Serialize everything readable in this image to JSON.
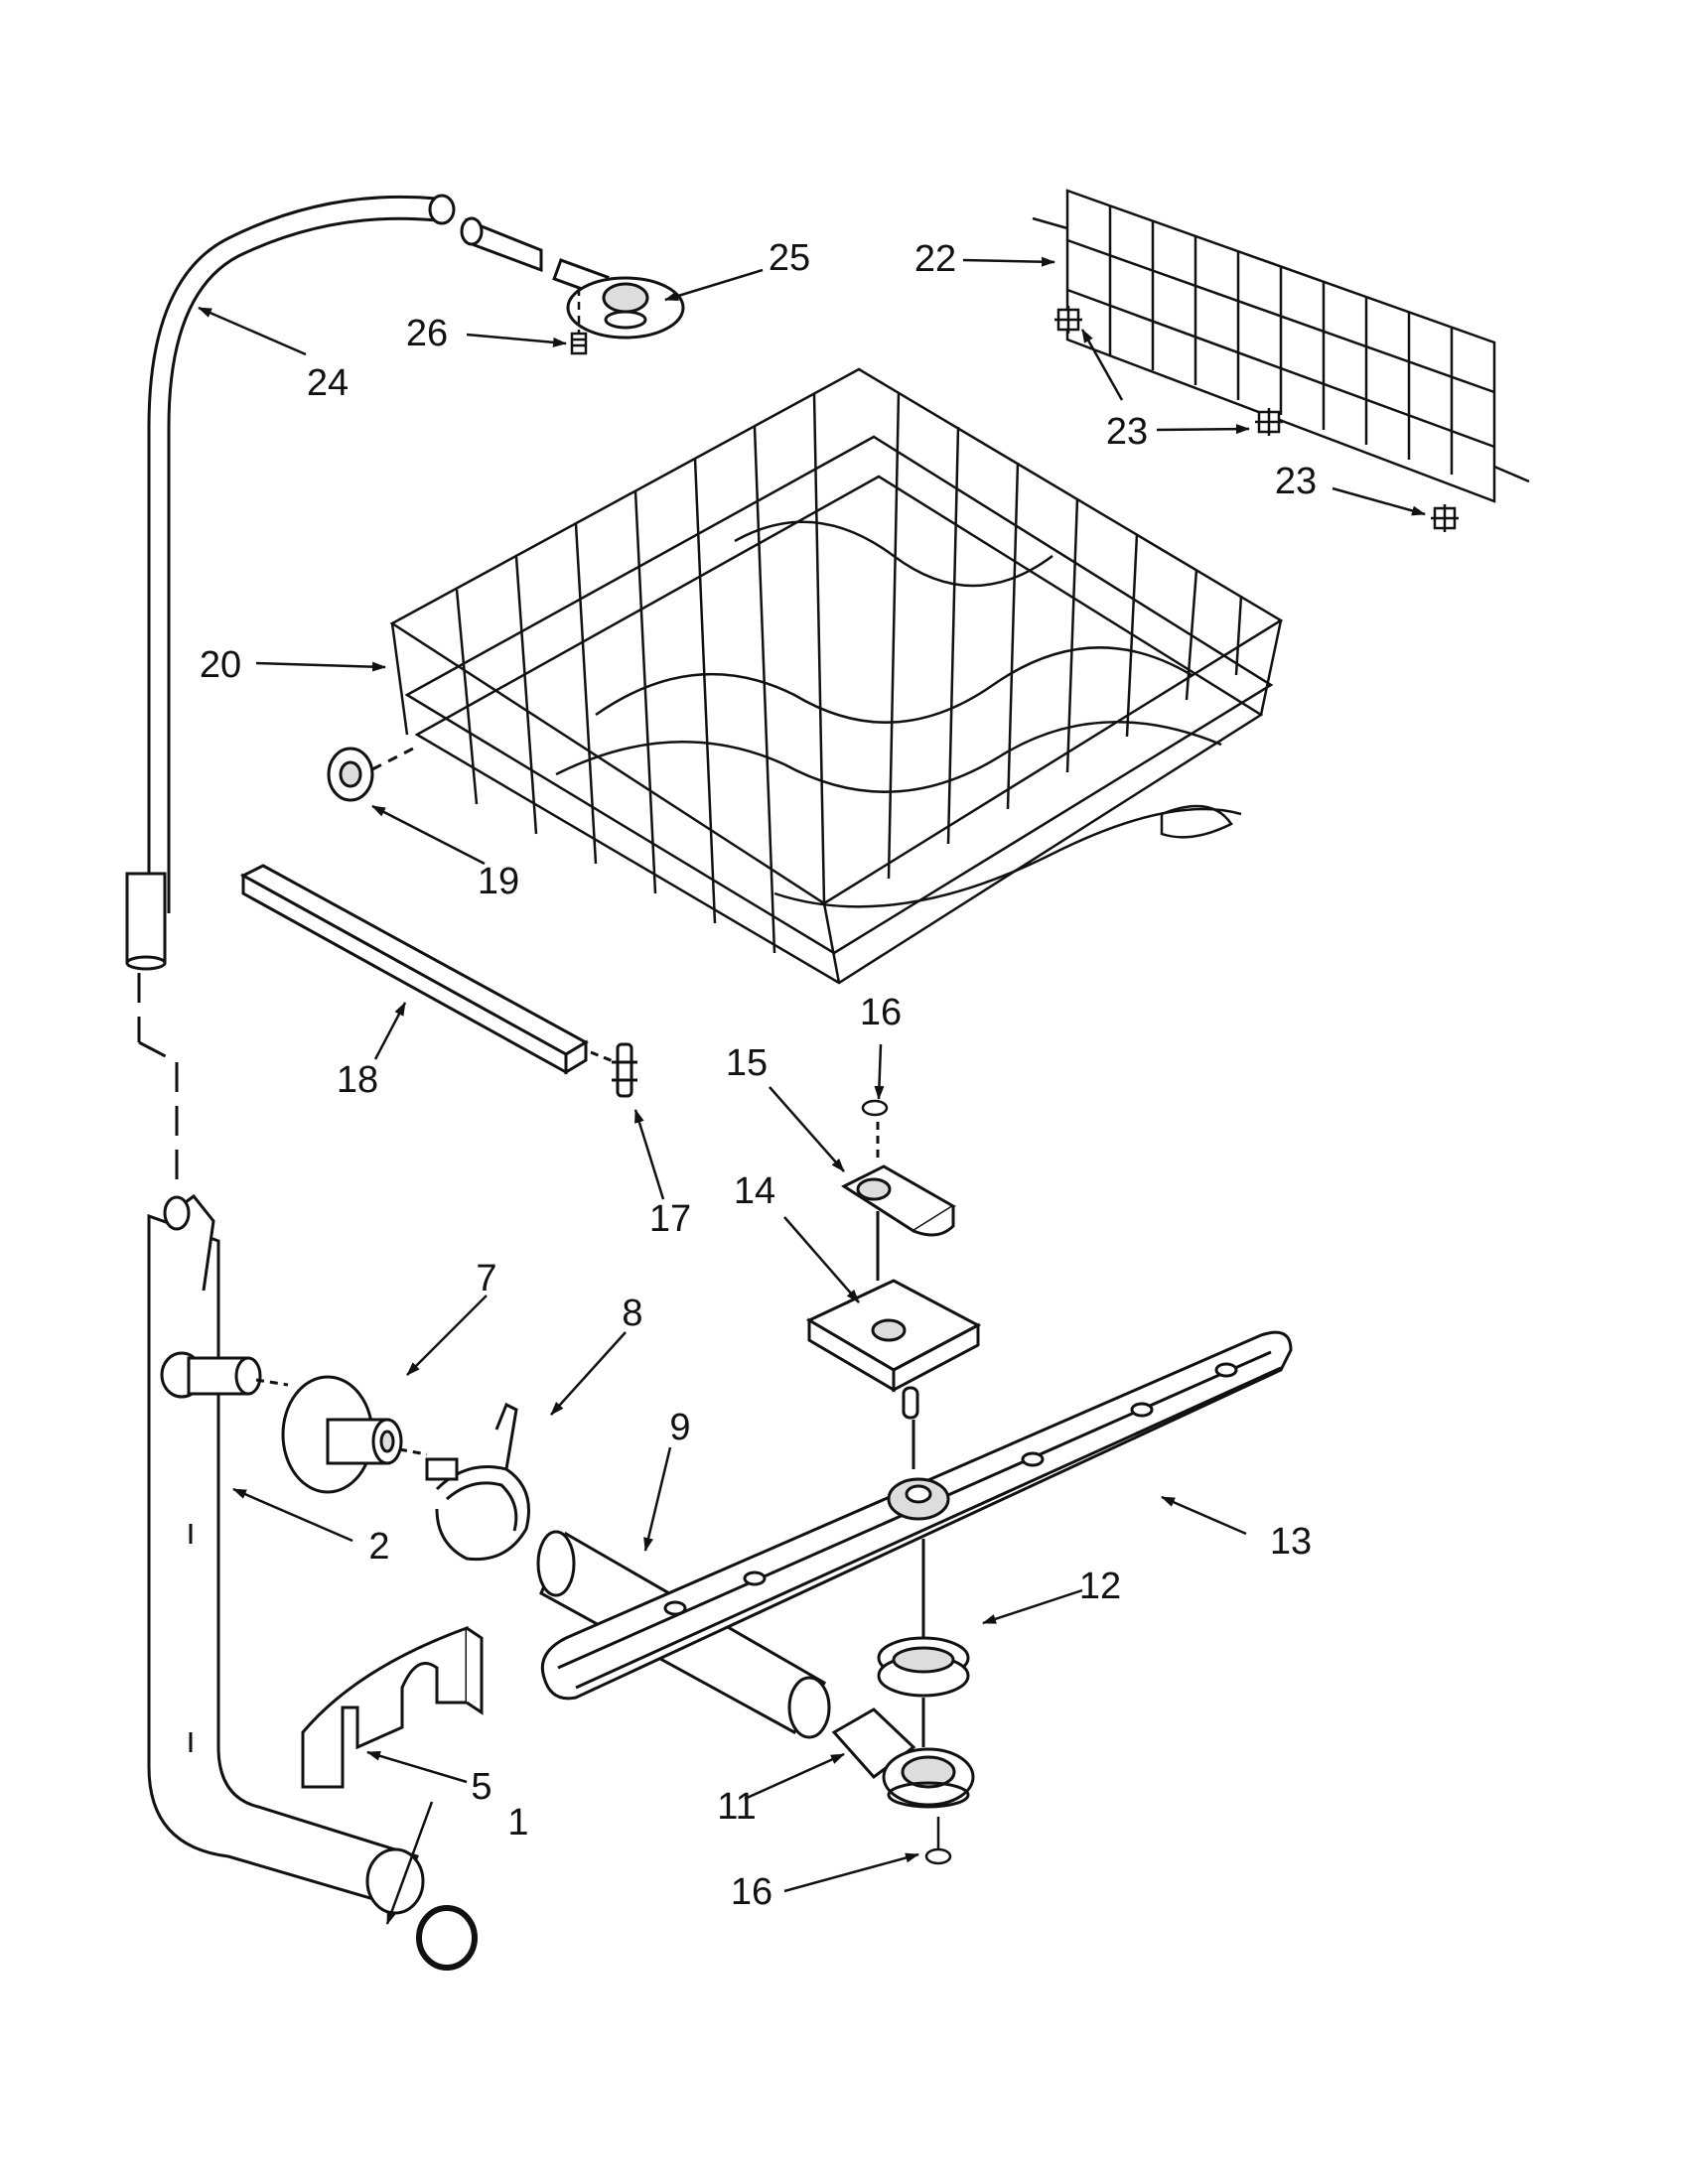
{
  "colors": {
    "ink": "#111111",
    "paper": "#ffffff",
    "shade": "#cfcfcf"
  },
  "callouts": {
    "c1": "1",
    "c2": "2",
    "c5": "5",
    "c7": "7",
    "c8": "8",
    "c9": "9",
    "c11": "11",
    "c12": "12",
    "c13": "13",
    "c14": "14",
    "c15": "15",
    "c16a": "16",
    "c16b": "16",
    "c17": "17",
    "c18": "18",
    "c19": "19",
    "c20": "20",
    "c22": "22",
    "c23a": "23",
    "c23b": "23",
    "c24": "24",
    "c25": "25",
    "c26": "26"
  }
}
